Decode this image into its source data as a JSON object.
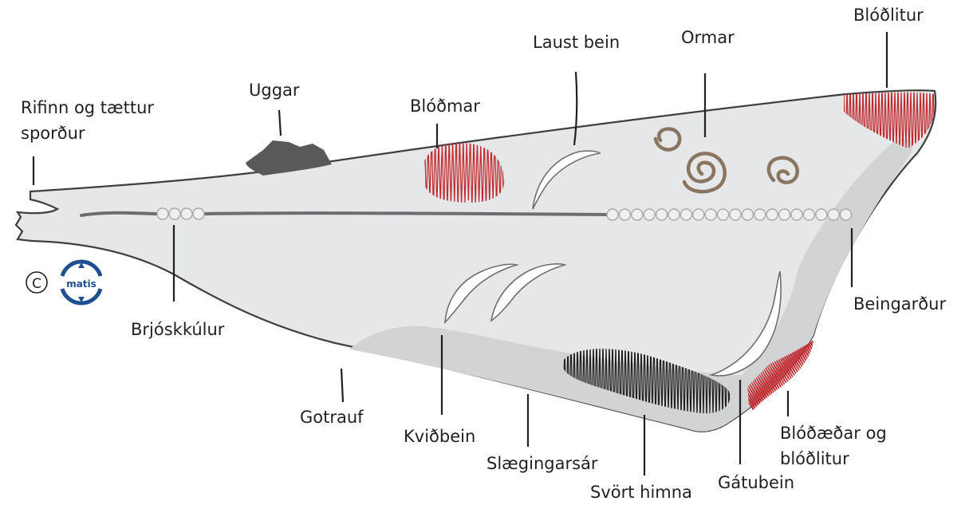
{
  "labels": {
    "rifinn_line1": "Rifinn og tættur",
    "rifinn_line2": "sporður",
    "uggar": "Uggar",
    "blodmar": "Blóðmar",
    "laust_bein": "Laust bein",
    "ormar": "Ormar",
    "blodlitur_top": "Blóðlitur",
    "beingardur": "Beingarður",
    "brjoskkulur": "Brjóskkúlur",
    "gotrauf": "Gotrauf",
    "kvidbein": "Kviðbein",
    "slaegingarsar": "Slægingarsár",
    "svort_himna": "Svört himna",
    "gatubein": "Gátubein",
    "blodaedar_line1": "Blóðæðar og",
    "blodaedar_line2": "blóðlitur"
  },
  "logo": {
    "copyright_symbol": "C",
    "brand": "matis"
  },
  "colors": {
    "fillet": "#e6e7e8",
    "fillet_outline": "#3f3f41",
    "belly_flap": "#d1d3d4",
    "blood": "#c1272d",
    "black_membrane": "#231f20",
    "worm": "#8a7560",
    "fin": "#58595b",
    "logo_blue": "#1d4f91"
  }
}
